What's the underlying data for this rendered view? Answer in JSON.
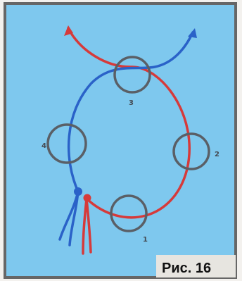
{
  "caption": "Рис. 16",
  "rings": [
    {
      "label": "1"
    },
    {
      "label": "2"
    },
    {
      "label": "3"
    },
    {
      "label": "4"
    }
  ],
  "colors": {
    "background": "#f3f1ee",
    "panel": "#7ec8ee",
    "frame": "#666666",
    "blue_thread": "#2a62c8",
    "red_thread": "#d63a3a",
    "ring": "#5a5f66",
    "caption_box": "#e7e5e0"
  }
}
